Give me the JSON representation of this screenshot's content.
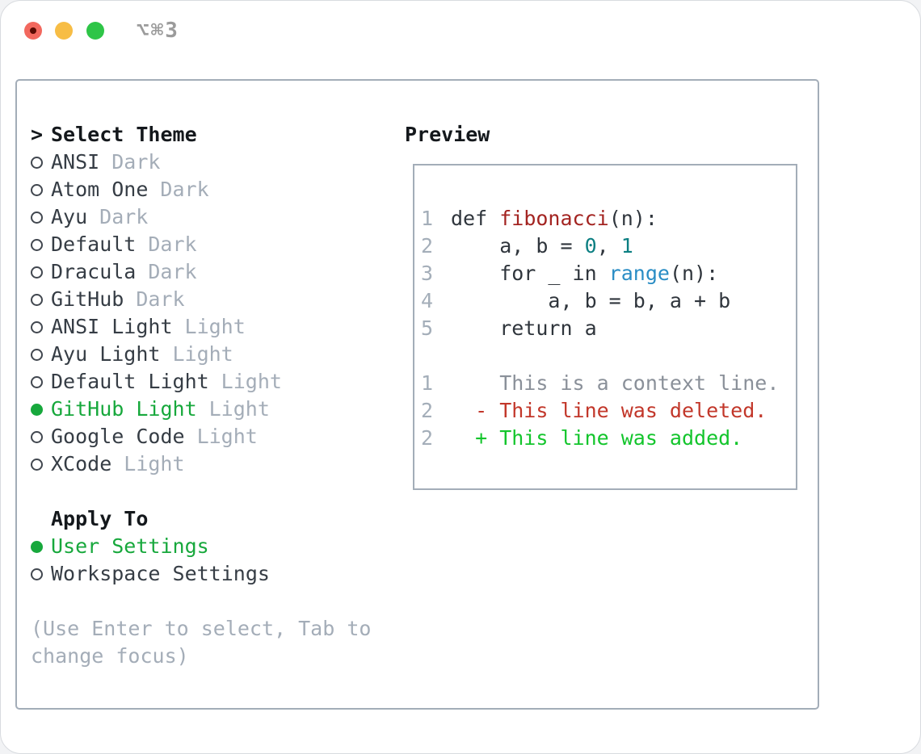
{
  "window": {
    "title": "⌥⌘3"
  },
  "colors": {
    "tl-red": "#f2685e",
    "tl-red-dot": "#5a0b03",
    "tl-yellow": "#f7bd45",
    "tl-green": "#2ec547",
    "title-gray": "#9b9b9b",
    "border-gray": "#a3adb8",
    "near-black": "#14181c",
    "item-dark": "#363d45",
    "soft-gray": "#a4adb8",
    "ring": "#41474f",
    "sel-green": "#17a83c",
    "lnum-gray": "#a4aeb9",
    "code-dark": "#2f353c",
    "func-red": "#a32421",
    "num-teal": "#0c7f82",
    "builtin-blue": "#2a8dc5",
    "context-gray": "#8a9099",
    "del-red": "#c2372a",
    "add-green": "#13c52c"
  },
  "theme_menu": {
    "pointer": ">",
    "header": "Select Theme",
    "items": [
      {
        "label": "ANSI",
        "variant": "Dark",
        "selected": false
      },
      {
        "label": "Atom One",
        "variant": "Dark",
        "selected": false
      },
      {
        "label": "Ayu",
        "variant": "Dark",
        "selected": false
      },
      {
        "label": "Default",
        "variant": "Dark",
        "selected": false
      },
      {
        "label": "Dracula",
        "variant": "Dark",
        "selected": false
      },
      {
        "label": "GitHub",
        "variant": "Dark",
        "selected": false
      },
      {
        "label": "ANSI Light",
        "variant": "Light",
        "selected": false
      },
      {
        "label": "Ayu Light",
        "variant": "Light",
        "selected": false
      },
      {
        "label": "Default Light",
        "variant": "Light",
        "selected": false
      },
      {
        "label": "GitHub Light",
        "variant": "Light",
        "selected": true
      },
      {
        "label": "Google Code",
        "variant": "Light",
        "selected": false
      },
      {
        "label": "XCode",
        "variant": "Light",
        "selected": false
      }
    ]
  },
  "apply_to": {
    "header": "Apply To",
    "items": [
      {
        "label": "User Settings",
        "selected": true
      },
      {
        "label": "Workspace Settings",
        "selected": false
      }
    ]
  },
  "hint": {
    "lines": [
      "(Use Enter to select, Tab to",
      "change focus)"
    ]
  },
  "preview": {
    "header": "Preview",
    "lines": [
      {
        "num": "1",
        "segments": [
          {
            "t": "def ",
            "c": "code"
          },
          {
            "t": "fibonacci",
            "c": "red"
          },
          {
            "t": "(n):",
            "c": "code"
          }
        ]
      },
      {
        "num": "2",
        "segments": [
          {
            "t": "    a, b = ",
            "c": "code"
          },
          {
            "t": "0",
            "c": "teal"
          },
          {
            "t": ", ",
            "c": "code"
          },
          {
            "t": "1",
            "c": "teal"
          }
        ]
      },
      {
        "num": "3",
        "segments": [
          {
            "t": "    for _ in ",
            "c": "code"
          },
          {
            "t": "range",
            "c": "blue"
          },
          {
            "t": "(n):",
            "c": "code"
          }
        ]
      },
      {
        "num": "4",
        "segments": [
          {
            "t": "        a, b = b, a + b",
            "c": "code"
          }
        ]
      },
      {
        "num": "5",
        "segments": [
          {
            "t": "    return a",
            "c": "code"
          }
        ]
      },
      {
        "num": "",
        "segments": []
      },
      {
        "num": "1",
        "segments": [
          {
            "t": "    This is a context line.",
            "c": "context"
          }
        ]
      },
      {
        "num": "2",
        "segments": [
          {
            "t": "  - This line was deleted.",
            "c": "del"
          }
        ]
      },
      {
        "num": "2",
        "segments": [
          {
            "t": "  + This line was added.",
            "c": "add"
          }
        ]
      }
    ]
  }
}
